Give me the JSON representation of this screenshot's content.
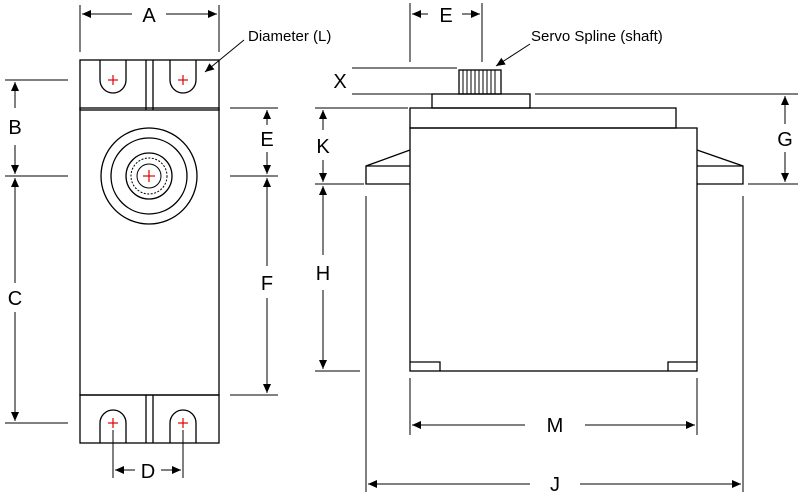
{
  "labels": {
    "A": "A",
    "B": "B",
    "C": "C",
    "D": "D",
    "E_top": "E",
    "E_side": "E",
    "F": "F",
    "G": "G",
    "H": "H",
    "J": "J",
    "K": "K",
    "M": "M",
    "X": "X"
  },
  "notes": {
    "diameter": "Diameter (L)",
    "spline": "Servo Spline (shaft)"
  },
  "colors": {
    "line": "#000000",
    "center_mark": "#e00000",
    "background": "#ffffff"
  }
}
